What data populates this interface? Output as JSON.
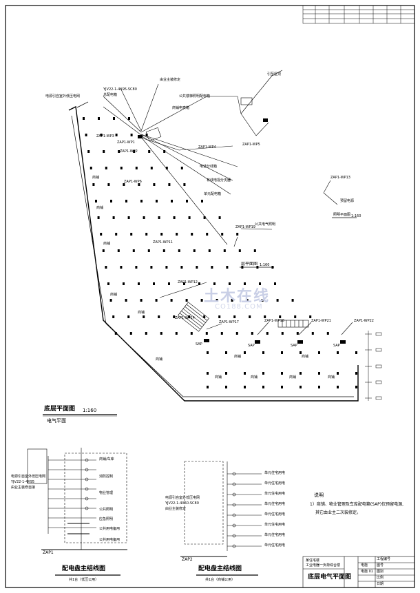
{
  "titles": {
    "floor_plan": "底层平面图",
    "floor_plan_scale": "1:160",
    "floor_plan_sub": "电气平面",
    "ground_plan": "层平面图",
    "ground_plan_scale": "1:160",
    "light_plan": "照明平面图",
    "light_plan_scale": "1:160",
    "main_line_left": "配电盘主结线图",
    "main_line_left_sub": "共1台（低压公用）",
    "main_line_right": "配电盘主结线图",
    "main_line_right_sub": "共1台（商铺公用）"
  },
  "notes": {
    "heading": "说明",
    "line1": "1）商铺、物业管理及车库配电箱(SAP)仅预留电源,",
    "line2": "其它由业主二次装修定。"
  },
  "title_block": {
    "drawing_name": "底层电气平面图",
    "project": "某住宅楼",
    "project_sub": "工业电器一负荷综合楼",
    "rows": [
      "工程编号",
      "图号",
      "图别",
      "比例",
      "日期"
    ],
    "values": [
      "",
      "电施",
      "电施 01",
      "",
      ""
    ]
  },
  "plan_labels": {
    "shop": "商铺",
    "sap": "SAP",
    "zap_items": [
      "ZAP1-WP1",
      "ZAP1-WP2",
      "ZAP1-WP3",
      "ZAP1-WP4",
      "ZAP1-WP5",
      "ZAP1-WP6",
      "ZAP1-WP11",
      "ZAP1-WP12",
      "ZAP1-WP13",
      "ZAP1-WP14",
      "ZAP1-WP17",
      "ZAP1-WP18",
      "ZAP1-WP19",
      "ZAP1-WP21",
      "ZAP1-WP22"
    ],
    "callouts": [
      "电源引自室外低压电网",
      "YJV22-1-4X95-SC80",
      "总配电箱",
      "由业主装修定",
      "公共楼梯照明配电箱",
      "商铺电表箱",
      "电话分线箱",
      "有线电视分支器",
      "单元配电箱",
      "引至屋顶",
      "公共电气照明",
      "预留电源"
    ]
  },
  "left_schematic": {
    "incoming": [
      "电源引自室外低压电网",
      "YJV22-1-4X95",
      "由业主装修自接"
    ],
    "branches": [
      "商铺/车库",
      "消防控制",
      "物业管理",
      "公共照明",
      "应急照明",
      "公共用电备用",
      "公共用电备用"
    ],
    "cabinet": "ZAP1"
  },
  "right_schematic": {
    "incoming": [
      "电源引自室外低压电网",
      "YJV22-1-4X50-SC80",
      "由业主装修定"
    ],
    "branches": [
      "单元住宅用电",
      "单元住宅用电",
      "单元住宅用电",
      "单元住宅用电",
      "单元住宅用电",
      "单元住宅用电",
      "单元住宅用电",
      "单元住宅用电"
    ],
    "cabinet": "ZAP2"
  },
  "watermark": {
    "cn": "土木在线",
    "en": "CO188.COM"
  }
}
